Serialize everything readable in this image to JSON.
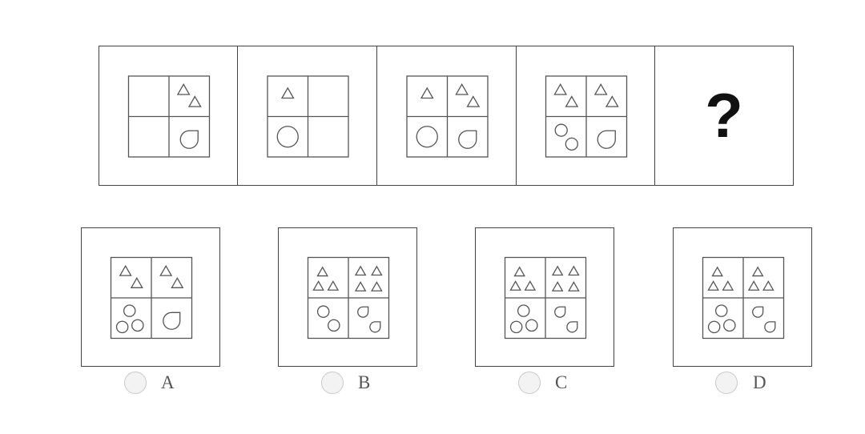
{
  "question": {
    "placeholder": "?",
    "panels": [
      {
        "q1": 0,
        "q2": 2,
        "q3": 0,
        "q4": 1
      },
      {
        "q1": 1,
        "q2": 0,
        "q3": 1,
        "q4": 0
      },
      {
        "q1": 1,
        "q2": 2,
        "q3": 1,
        "q4": 1
      },
      {
        "q1": 2,
        "q2": 2,
        "q3": 2,
        "q4": 1
      }
    ]
  },
  "options": [
    {
      "label": "A",
      "q1": 2,
      "q2": 2,
      "q3": 3,
      "q4": 1
    },
    {
      "label": "B",
      "q1": 3,
      "q2": 4,
      "q3": 2,
      "q4": 2
    },
    {
      "label": "C",
      "q1": 3,
      "q2": 4,
      "q3": 3,
      "q4": 2
    },
    {
      "label": "D",
      "q1": 3,
      "q2": 3,
      "q3": 3,
      "q4": 2
    }
  ]
}
